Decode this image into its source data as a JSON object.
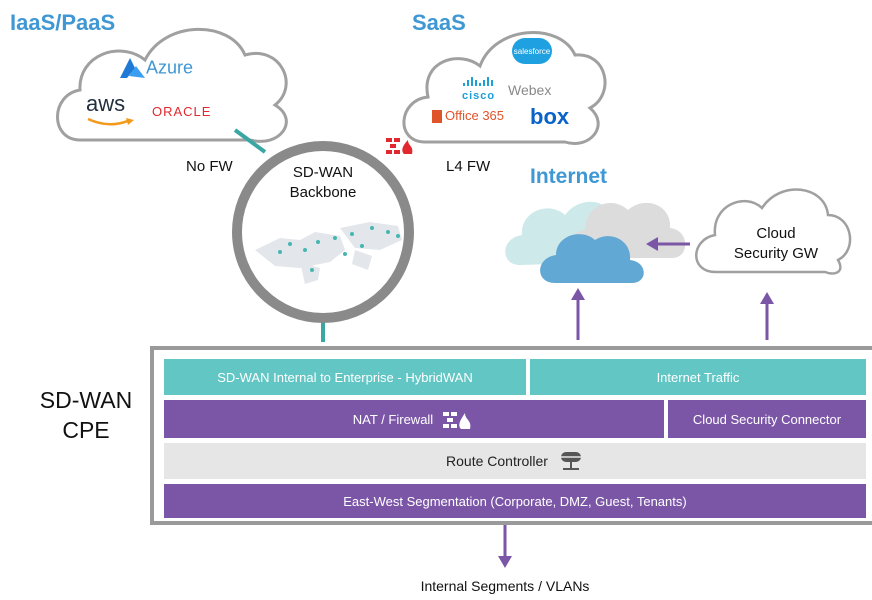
{
  "iaas": {
    "title": "IaaS/PaaS",
    "logos": {
      "azure": "Azure",
      "aws": "aws",
      "oracle": "ORACLE"
    },
    "fw_label": "No FW"
  },
  "saas": {
    "title": "SaaS",
    "logos": {
      "salesforce": "salesforce",
      "cisco": "cisco",
      "webex": "Webex",
      "office": "Office 365",
      "box": "box"
    },
    "fw_label": "L4 FW"
  },
  "backbone": {
    "line1": "SD-WAN",
    "line2": "Backbone"
  },
  "internet": {
    "title": "Internet"
  },
  "cloud_security": {
    "line1": "Cloud",
    "line2": "Security GW"
  },
  "cpe": {
    "label_line1": "SD-WAN",
    "label_line2": "CPE",
    "rows": {
      "internal": "SD-WAN Internal to Enterprise - HybridWAN",
      "internet_traffic": "Internet Traffic",
      "nat": "NAT / Firewall",
      "cloud_connector": "Cloud Security Connector",
      "route_controller": "Route Controller",
      "segmentation": "East-West Segmentation (Corporate, DMZ, Guest, Tenants)"
    }
  },
  "bottom_label": "Internal Segments / VLANs",
  "colors": {
    "teal": "#62c6c4",
    "purple": "#7b56a7",
    "grey": "#e6e6e6",
    "blue": "#3f97d3",
    "firewall_red": "#e0282e"
  }
}
